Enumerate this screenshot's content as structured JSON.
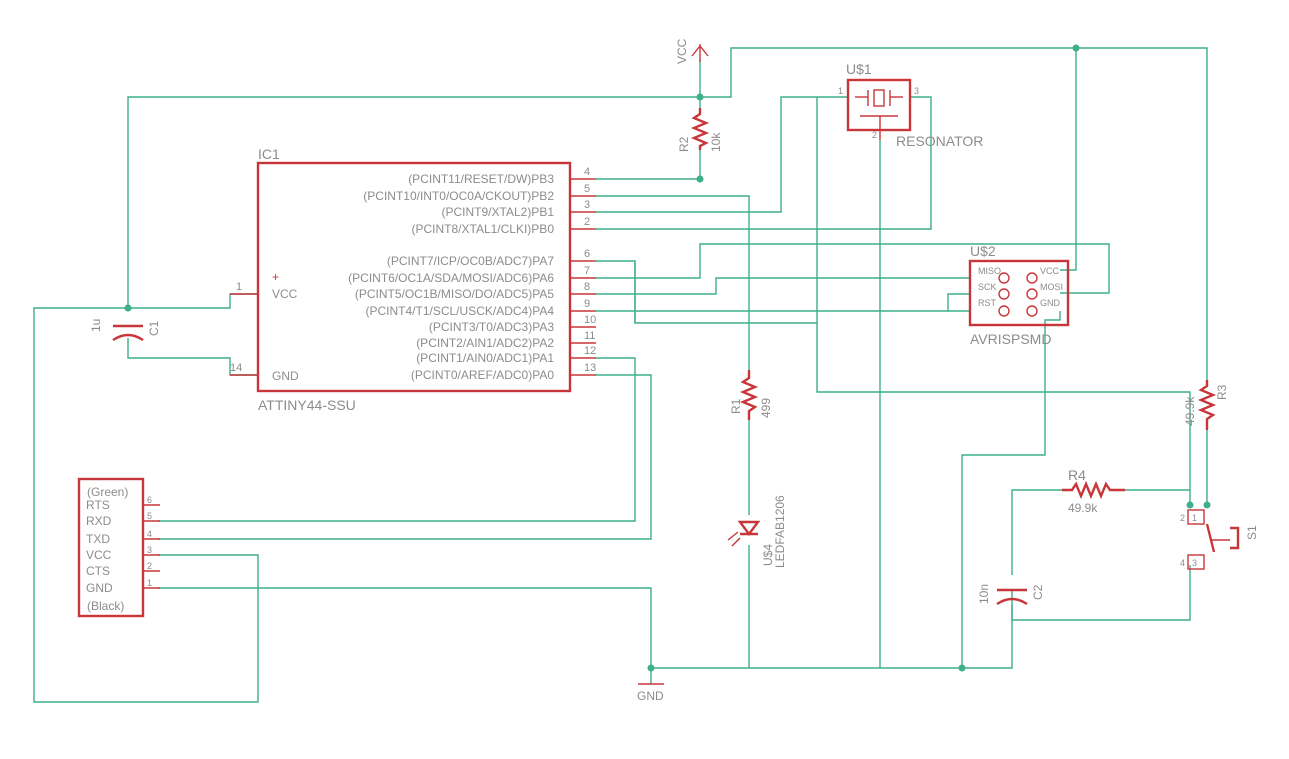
{
  "ic1": {
    "ref": "IC1",
    "name": "ATTINY44-SSU",
    "left_pins": [
      {
        "num": "1",
        "label": "VCC"
      },
      {
        "num": "14",
        "label": "GND"
      }
    ],
    "right_pins": [
      {
        "num": "4",
        "label": "(PCINT11/RESET/DW)PB3"
      },
      {
        "num": "5",
        "label": "(PCINT10/INT0/OC0A/CKOUT)PB2"
      },
      {
        "num": "3",
        "label": "(PCINT9/XTAL2)PB1"
      },
      {
        "num": "2",
        "label": "(PCINT8/XTAL1/CLKI)PB0"
      },
      {
        "num": "6",
        "label": "(PCINT7/ICP/OC0B/ADC7)PA7"
      },
      {
        "num": "7",
        "label": "(PCINT6/OC1A/SDA/MOSI/ADC6)PA6"
      },
      {
        "num": "8",
        "label": "(PCINT5/OC1B/MISO/DO/ADC5)PA5"
      },
      {
        "num": "9",
        "label": "(PCINT4/T1/SCL/USCK/ADC4)PA4"
      },
      {
        "num": "10",
        "label": "(PCINT3/T0/ADC3)PA3"
      },
      {
        "num": "11",
        "label": "(PCINT2/AIN1/ADC2)PA2"
      },
      {
        "num": "12",
        "label": "(PCINT1/AIN0/ADC1)PA1"
      },
      {
        "num": "13",
        "label": "(PCINT0/AREF/ADC0)PA0"
      }
    ]
  },
  "power": {
    "vcc": "VCC",
    "gnd": "GND"
  },
  "r1": {
    "ref": "R1",
    "value": "499"
  },
  "r2": {
    "ref": "R2",
    "value": "10k"
  },
  "r3": {
    "ref": "R3",
    "value": "49.9k"
  },
  "r4": {
    "ref": "R4",
    "value": "49.9k"
  },
  "c1": {
    "ref": "C1",
    "value": "1u"
  },
  "c2": {
    "ref": "C2",
    "value": "10n"
  },
  "s1": {
    "ref": "S1",
    "pin1": "1",
    "pin2": "2",
    "pin3": "3",
    "pin4": "4"
  },
  "led": {
    "ref": "U$4",
    "value": "LEDFAB1206"
  },
  "resonator": {
    "ref": "U$1",
    "value": "RESONATOR",
    "pin1": "1",
    "pin2": "2",
    "pin3": "3"
  },
  "avr": {
    "ref": "U$2",
    "value": "AVRISPSMD",
    "left": [
      "MISO",
      "SCK",
      "RST"
    ],
    "right": [
      "VCC",
      "MOSI",
      "GND"
    ]
  },
  "ftdi": {
    "top": "(Green)",
    "bottom": "(Black)",
    "pins": [
      "RTS",
      "RXD",
      "TXD",
      "VCC",
      "CTS",
      "GND"
    ],
    "pin_nums": [
      "6",
      "5",
      "4",
      "3",
      "2",
      "1"
    ]
  }
}
